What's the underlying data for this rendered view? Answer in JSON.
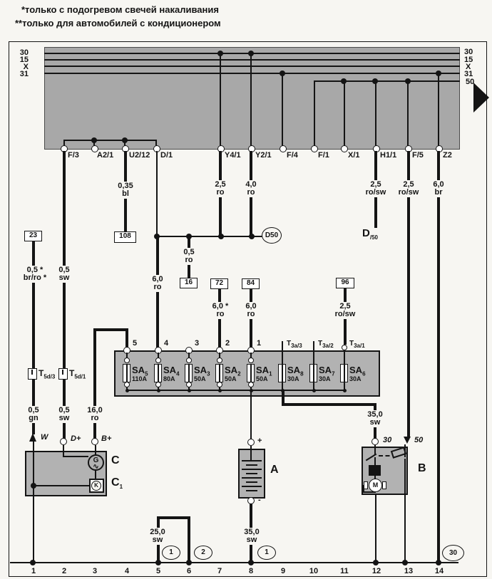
{
  "notes": {
    "l1": "*только с подогревом свечей накаливания",
    "l2": "**только для автомобилей с кондиционером"
  },
  "bus": {
    "left": [
      "30",
      "15",
      "X",
      "31"
    ],
    "right": [
      "30",
      "15",
      "X",
      "31",
      "50"
    ]
  },
  "terminals": [
    "F/3",
    "A2/1",
    "U2/12",
    "D/1",
    "Y4/1",
    "Y2/1",
    "F/4",
    "F/1",
    "X/1",
    "H1/1",
    "F/5",
    "Z2"
  ],
  "wires": {
    "u212": "0,35\nbl",
    "y41": "2,5\nro",
    "y21": "4,0\nro",
    "h11": "2,5\nro/sw",
    "f5": "2,5\nro/sw",
    "z2": "6,0\nbr",
    "c23": "0,5 *\nbr/ro *",
    "f3": "0,5\nsw",
    "c16": "0,5\nro",
    "fuse4": "6,0\nro",
    "c72": "6,0 *\nro",
    "c84": "6,0\nro",
    "c96": "2,5\nro/sw",
    "gn": "0,5\ngn",
    "sw2": "0,5\nsw",
    "b16": "16,0\nro",
    "st": "35,0\nsw",
    "bat": "35,0\nsw",
    "gnd": "25,0\nsw"
  },
  "refs": {
    "b23": "23",
    "b108": "108",
    "b16": "16",
    "b72": "72",
    "b84": "84",
    "b96": "96",
    "d50": "D50",
    "d": "D",
    "d_sub": "/50"
  },
  "fusebox": {
    "terms": [
      "5",
      "4",
      "3",
      "2",
      "1"
    ],
    "t3a": [
      {
        "t": "T",
        "s": "3a/3"
      },
      {
        "t": "T",
        "s": "3a/2"
      },
      {
        "t": "T",
        "s": "3a/1"
      }
    ],
    "fuses": [
      {
        "n": "SA",
        "s": "5",
        "a": "110A"
      },
      {
        "n": "SA",
        "s": "4",
        "a": "80A"
      },
      {
        "n": "SA",
        "s": "3",
        "a": "50A"
      },
      {
        "n": "SA",
        "s": "2",
        "a": "50A"
      },
      {
        "n": "SA",
        "s": "1",
        "a": "50A"
      },
      {
        "n": "SA",
        "s": "8",
        "a": "30A"
      },
      {
        "n": "SA",
        "s": "7",
        "a": "30A"
      },
      {
        "n": "SA",
        "s": "6",
        "a": "30A"
      }
    ]
  },
  "t5d": [
    {
      "t": "T",
      "s": "5d/3"
    },
    {
      "t": "T",
      "s": "5d/1"
    }
  ],
  "alt": {
    "label": "C",
    "c1": "C",
    "c1s": "1",
    "g": "G\n∿",
    "k": "K",
    "w": "W",
    "dp": "D+",
    "bp": "B+"
  },
  "battery": {
    "label": "A",
    "plus": "+",
    "minus": "-"
  },
  "starter": {
    "label": "B",
    "t30": "30",
    "t50": "50",
    "m": "M"
  },
  "grounds": [
    "1",
    "2",
    "1",
    "30"
  ],
  "tracks": [
    "1",
    "2",
    "3",
    "4",
    "5",
    "6",
    "7",
    "8",
    "9",
    "10",
    "11",
    "12",
    "13",
    "14"
  ],
  "colors": {
    "band": "#a8a8a8",
    "component": "#b2b2b2",
    "line": "#141414",
    "bg": "#f7f6f2"
  }
}
